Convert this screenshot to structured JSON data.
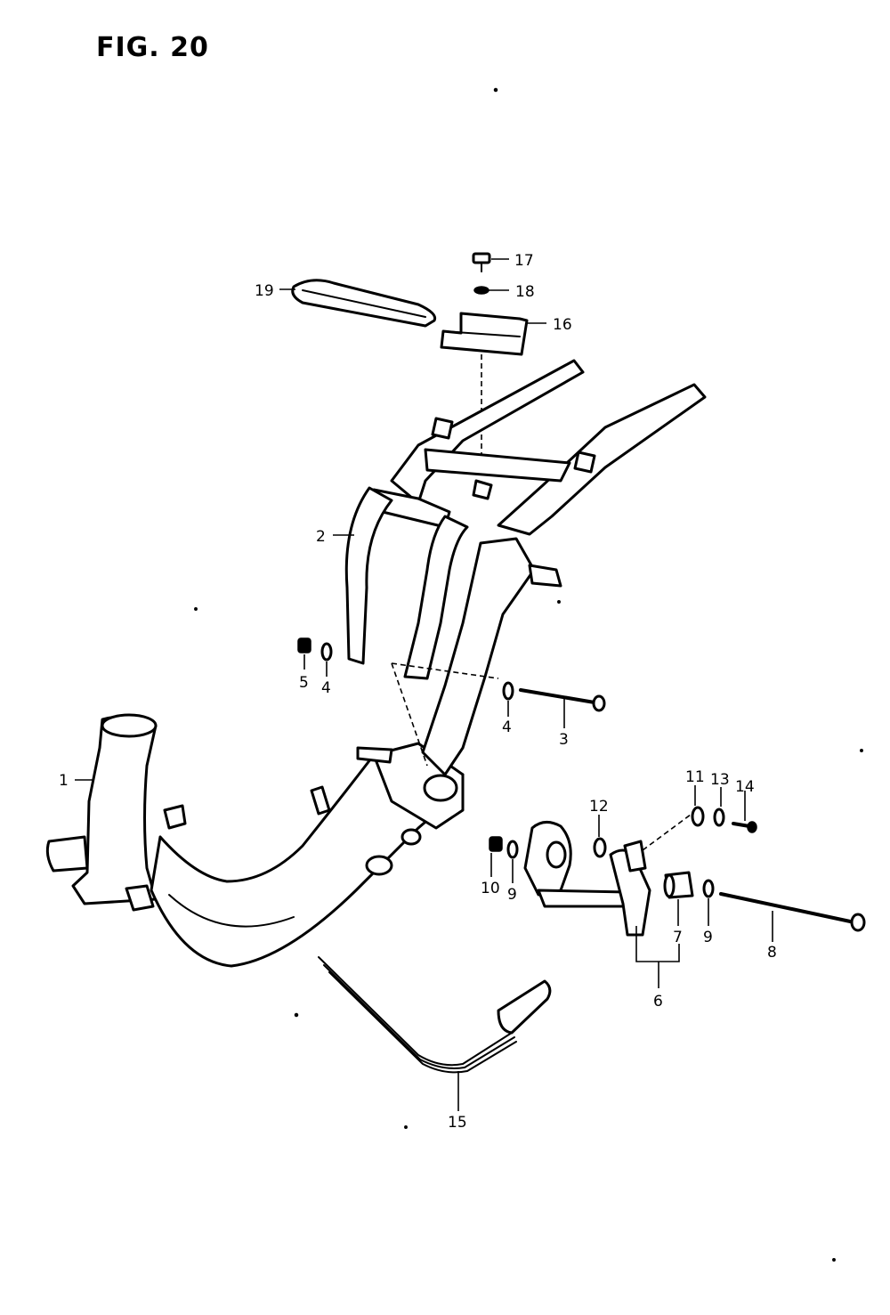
{
  "figure": {
    "title": "FIG. 20"
  },
  "callouts": [
    "1",
    "2",
    "3",
    "4",
    "4",
    "5",
    "6",
    "7",
    "8",
    "9",
    "9",
    "10",
    "11",
    "12",
    "13",
    "14",
    "15",
    "16",
    "17",
    "18",
    "19"
  ]
}
